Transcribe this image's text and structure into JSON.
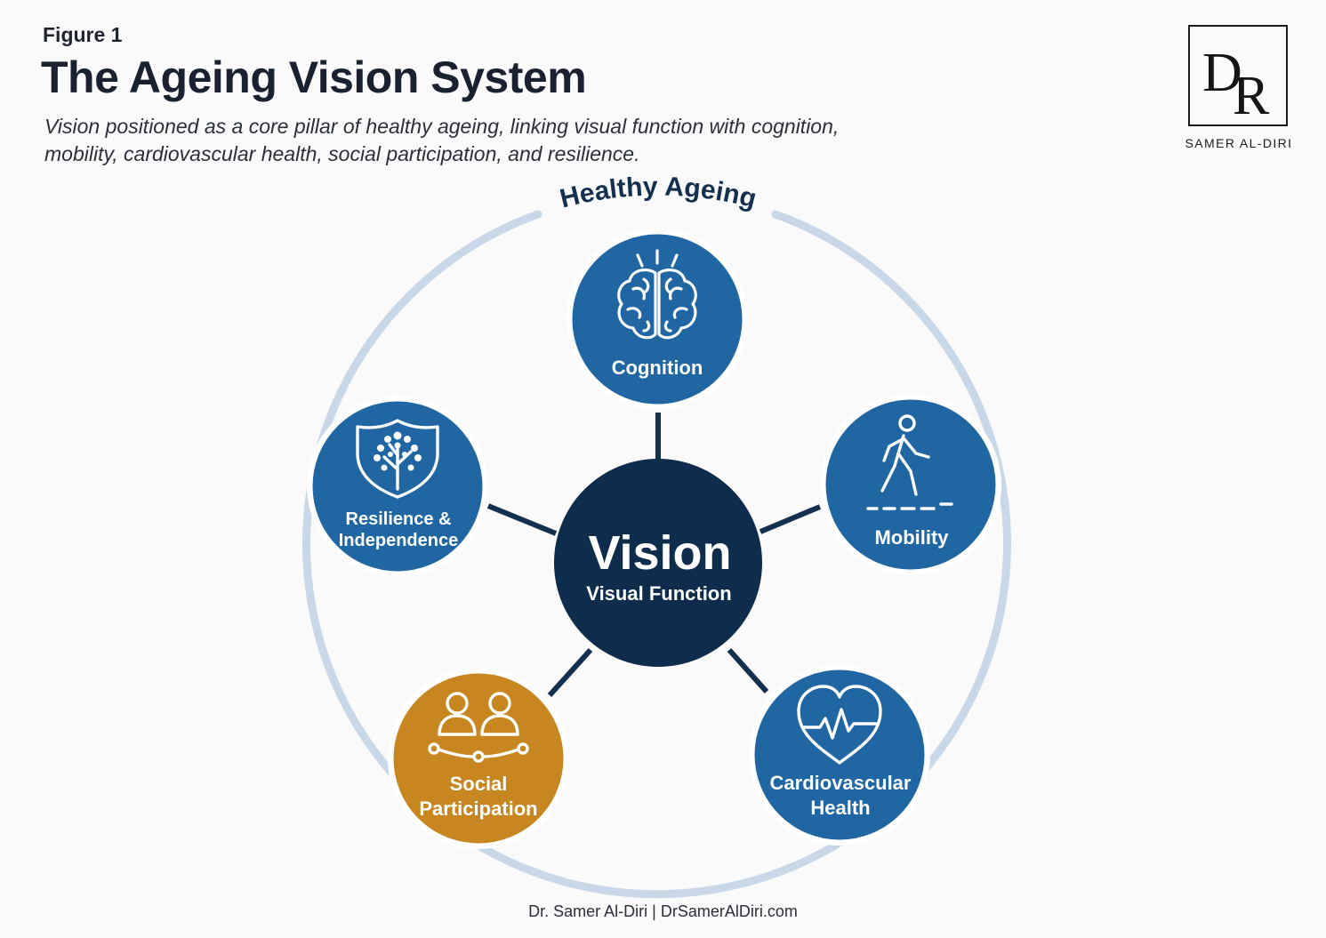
{
  "header": {
    "figure_label": "Figure 1",
    "title": "The Ageing Vision System",
    "subtitle": "Vision positioned as a core pillar of healthy ageing, linking visual function with cognition, mobility, cardiovascular health, social participation, and resilience."
  },
  "logo": {
    "monogram": "DR",
    "name": "SAMER AL-DIRI"
  },
  "diagram": {
    "ring_label": "Healthy Ageing",
    "center": {
      "title": "Vision",
      "subtitle": "Visual Function"
    },
    "nodes": [
      {
        "id": "cognition",
        "lines": [
          "Cognition"
        ],
        "icon": "brain-icon"
      },
      {
        "id": "mobility",
        "lines": [
          "Mobility"
        ],
        "icon": "walking-person-icon"
      },
      {
        "id": "cardiovascular",
        "lines": [
          "Cardiovascular",
          "Health"
        ],
        "icon": "heart-pulse-icon"
      },
      {
        "id": "social",
        "lines": [
          "Social",
          "Participation"
        ],
        "icon": "people-network-icon"
      },
      {
        "id": "resilience",
        "lines": [
          "Resilience &",
          "Independence"
        ],
        "icon": "shield-tree-icon"
      }
    ]
  },
  "colors": {
    "node_blue": "#1f66a3",
    "node_gold": "#c7861f",
    "center_navy": "#0e2c4c",
    "ring": "#c8d8e8",
    "connector": "#14304f",
    "title_text": "#1a2130"
  },
  "footer": {
    "text": "Dr. Samer Al-Diri | DrSamerAlDiri.com"
  }
}
